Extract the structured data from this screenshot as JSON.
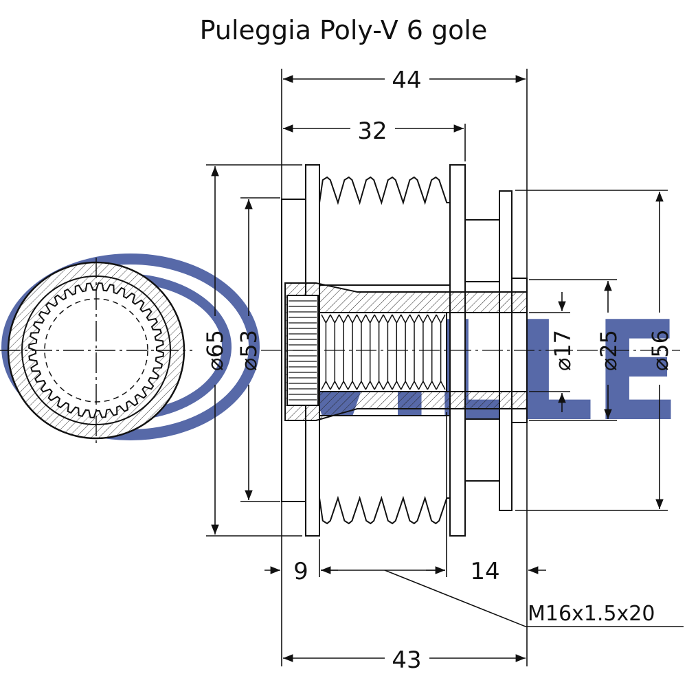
{
  "title": "Puleggia Poly-V 6 gole",
  "watermark": {
    "text": "RUVILLE",
    "color": "#3a4f9a"
  },
  "dimensions": {
    "overall_length": "44",
    "pulley_length": "32",
    "total_length_bottom": "43",
    "front_offset": "9",
    "rear_section": "14",
    "thread": "M16x1.5x20",
    "diameter_65": "65",
    "diameter_53": "53",
    "diameter_17": "17",
    "diameter_25": "25",
    "diameter_56": "56",
    "diameter_symbol": "⌀"
  }
}
